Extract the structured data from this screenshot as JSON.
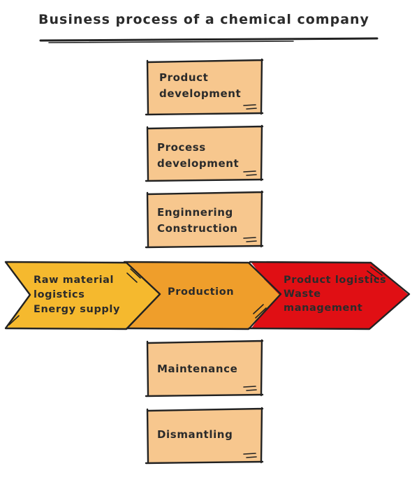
{
  "title": "Business process of a chemical company",
  "colors": {
    "box_fill": "#f7c78e",
    "raw_material": "#f5b92e",
    "production": "#ef9e2b",
    "logistics": "#e00f14",
    "ink": "#222222"
  },
  "upper_steps": [
    {
      "lines": [
        "Product",
        "development"
      ]
    },
    {
      "lines": [
        "Process",
        "development"
      ]
    },
    {
      "lines": [
        "Enginnering",
        "Construction"
      ]
    }
  ],
  "value_chain": [
    {
      "lines": [
        "Raw material",
        "logistics",
        "Energy supply"
      ]
    },
    {
      "lines": [
        "Production"
      ]
    },
    {
      "lines": [
        "Product logistics",
        "Waste",
        "management"
      ]
    }
  ],
  "lower_steps": [
    {
      "lines": [
        "Maintenance"
      ]
    },
    {
      "lines": [
        "Dismantling"
      ]
    }
  ]
}
